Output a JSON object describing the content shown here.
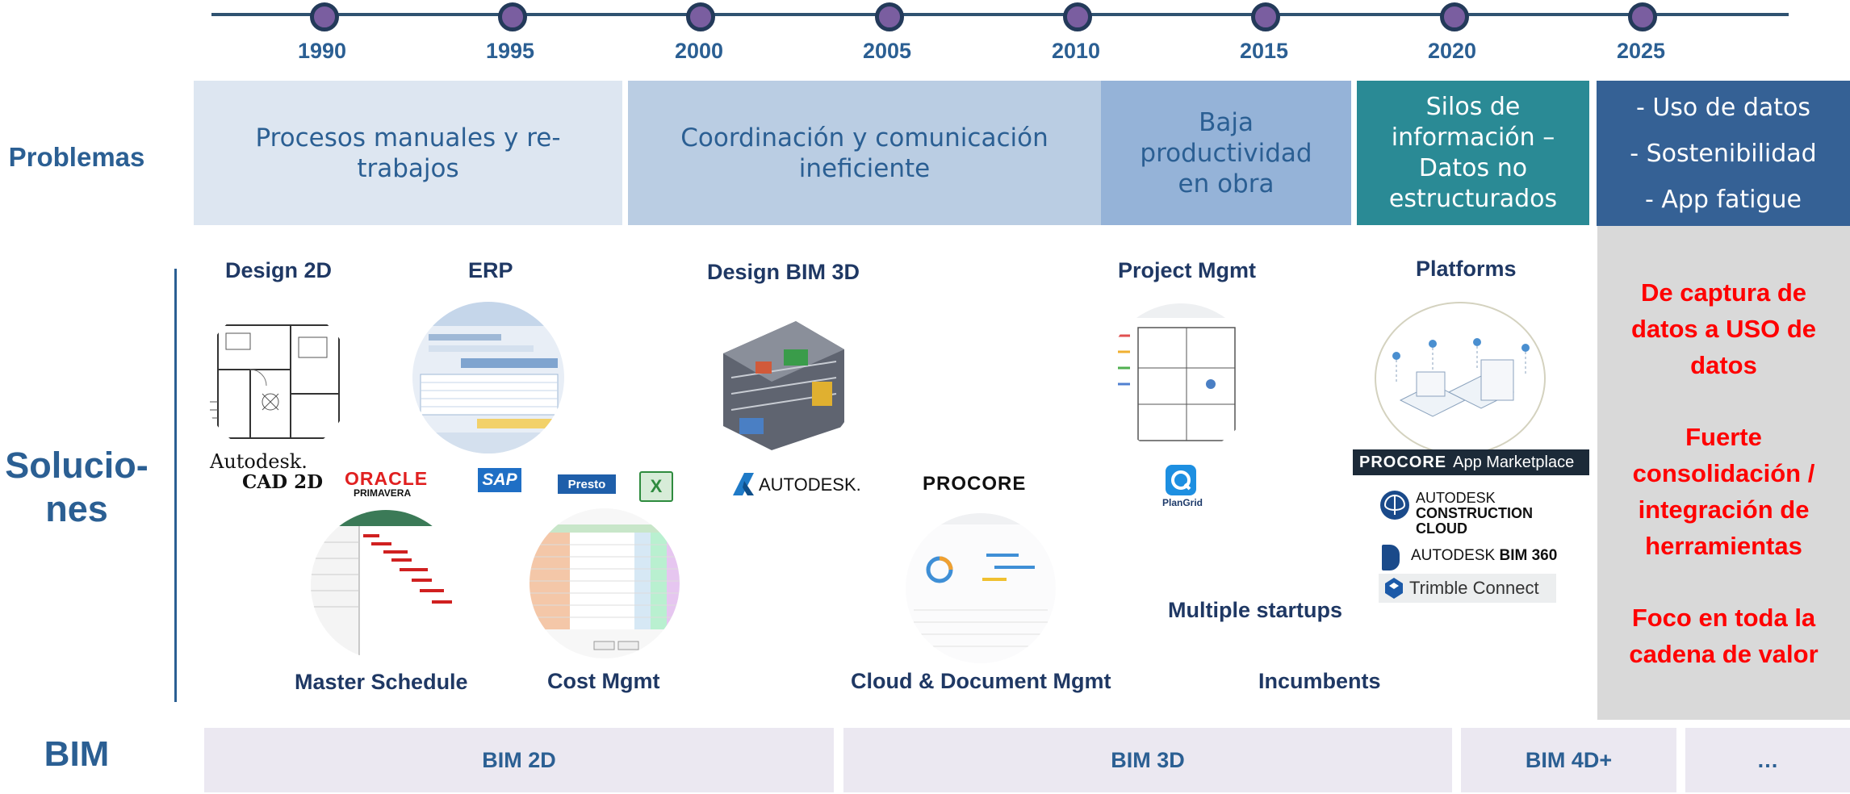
{
  "timeline": {
    "years": [
      "1990",
      "1995",
      "2000",
      "2005",
      "2010",
      "2015",
      "2020",
      "2025"
    ]
  },
  "rows": {
    "problems_label": "Problemas",
    "solutions_label_line1": "Solucio-",
    "solutions_label_line2": "nes",
    "bim_label": "BIM"
  },
  "problems": [
    {
      "lines": [
        "Procesos manuales y re-",
        "trabajos"
      ],
      "color": "#dde6f1"
    },
    {
      "lines": [
        "Coordinación y comunicación",
        "ineficiente"
      ],
      "color": "#bacde3"
    },
    {
      "lines": [
        "Baja",
        "productividad",
        "en obra"
      ],
      "color": "#95b3d8"
    },
    {
      "lines": [
        "Silos de",
        "información –",
        "Datos no",
        "estructurados"
      ],
      "color": "#2a8a95"
    },
    {
      "lines": [
        "- Uso de datos",
        "- Sostenibilidad",
        "- App fatigue"
      ],
      "color": "#356195"
    }
  ],
  "solutions": {
    "design_2d": "Design 2D",
    "erp": "ERP",
    "design_bim_3d": "Design BIM 3D",
    "project_mgmt": "Project Mgmt",
    "platforms": "Platforms",
    "master_schedule": "Master Schedule",
    "cost_mgmt": "Cost Mgmt",
    "cloud_doc_mgmt": "Cloud & Document Mgmt",
    "multiple_startups": "Multiple startups",
    "incumbents": "Incumbents"
  },
  "logos": {
    "autodesk_old": "Autodesk.",
    "cad_2d": "CAD 2D",
    "oracle": "ORACLE",
    "primavera": "PRIMAVERA",
    "sap": "SAP",
    "presto": "Presto",
    "excel": "X",
    "autodesk": "AUTODESK.",
    "procore": "PROCORE",
    "plangrid": "PlanGrid",
    "procore_marketplace_brand": "PROCORE",
    "procore_marketplace_text": "App Marketplace",
    "acc_line1": "AUTODESK",
    "acc_line2": "CONSTRUCTION",
    "acc_line3": "CLOUD",
    "bim360_brand": "AUTODESK",
    "bim360_product": "BIM 360",
    "trimble": "Trimble Connect"
  },
  "outcomes": [
    {
      "lines": [
        "De captura de",
        "datos a USO de",
        "datos"
      ]
    },
    {
      "lines": [
        "Fuerte",
        "consolidación /",
        "integración de",
        "herramientas"
      ]
    },
    {
      "lines": [
        "Foco en toda la",
        "cadena de valor"
      ]
    }
  ],
  "bim_phases": [
    "BIM 2D",
    "BIM 3D",
    "BIM 4D+",
    "…"
  ],
  "colors": {
    "accent_blue": "#2b5f93",
    "outcome_red": "#ff0000",
    "timeline_dot": "#7a5ea0"
  }
}
